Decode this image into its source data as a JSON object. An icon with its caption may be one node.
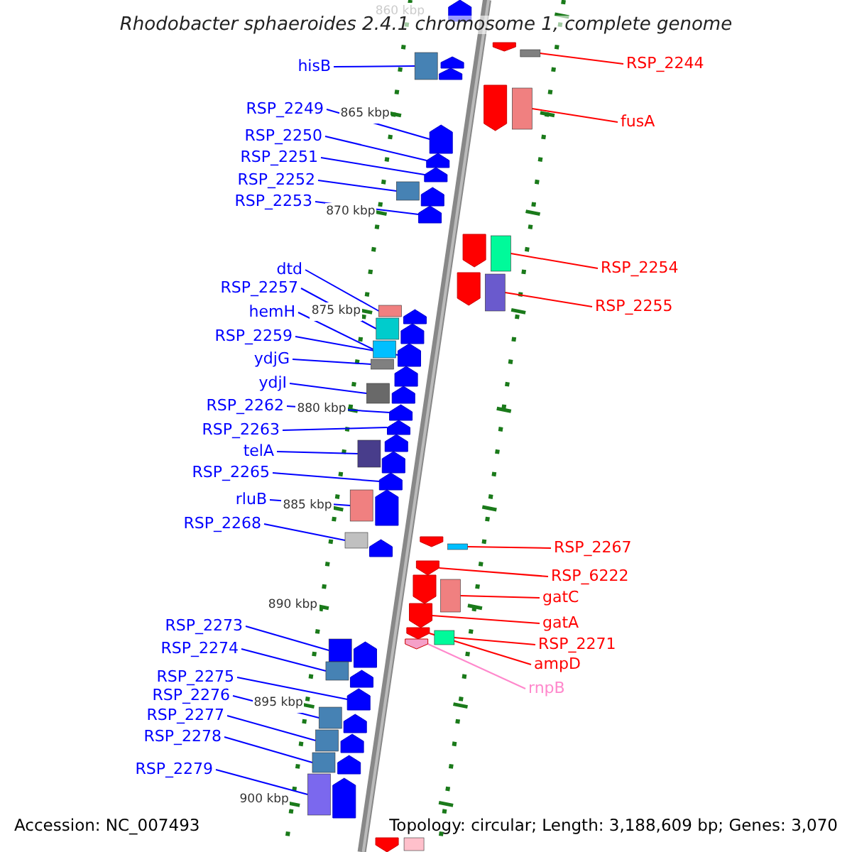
{
  "diagram": {
    "title": "Rhodobacter sphaeroides 2.4.1 chromosome 1, complete genome",
    "nodes": [
      {
        "text": [
          "hisB"
        ]
      },
      {
        "text": [
          "RSP_2249"
        ]
      },
      {
        "text": [
          "RSP_2250"
        ]
      },
      {
        "text": [
          "RSP_2251"
        ]
      },
      {
        "text": [
          "RSP_2252"
        ]
      },
      {
        "text": [
          "RSP_2253"
        ]
      },
      {
        "text": [
          "dtd"
        ]
      },
      {
        "text": [
          "RSP_2257"
        ]
      },
      {
        "text": [
          "hemH"
        ]
      },
      {
        "text": [
          "RSP_2259"
        ]
      },
      {
        "text": [
          "ydjG"
        ]
      },
      {
        "text": [
          "ydjI"
        ]
      },
      {
        "text": [
          "RSP_2262"
        ]
      },
      {
        "text": [
          "RSP_2263"
        ]
      },
      {
        "text": [
          "telA"
        ]
      },
      {
        "text": [
          "RSP_2265"
        ]
      },
      {
        "text": [
          "rluB"
        ]
      },
      {
        "text": [
          "RSP_2268"
        ]
      },
      {
        "text": [
          "RSP_2273"
        ]
      },
      {
        "text": [
          "RSP_2274"
        ]
      },
      {
        "text": [
          "RSP_2275"
        ]
      },
      {
        "text": [
          "RSP_2276"
        ]
      },
      {
        "text": [
          "RSP_2277"
        ]
      },
      {
        "text": [
          "RSP_2278"
        ]
      },
      {
        "text": [
          "RSP_2279"
        ]
      },
      {
        "text": [
          "RSP_2244"
        ]
      },
      {
        "text": [
          "fusA"
        ]
      },
      {
        "text": [
          "RSP_2254"
        ]
      },
      {
        "text": [
          "RSP_2255"
        ]
      },
      {
        "text": [
          "RSP_2267"
        ]
      },
      {
        "text": [
          "RSP_6222"
        ]
      },
      {
        "text": [
          "gatC"
        ]
      },
      {
        "text": [
          "gatA"
        ]
      },
      {
        "text": [
          "RSP_2271"
        ]
      },
      {
        "text": [
          "ampD"
        ]
      },
      {
        "text": [
          "rnpB"
        ]
      },
      {
        "text": [],
        "shape": "bar"
      },
      {
        "text": [],
        "shape": "bar"
      },
      {
        "text": [],
        "shape": "bar"
      },
      {
        "text": [],
        "shape": "bar"
      },
      {
        "text": [],
        "shape": "bar"
      },
      {
        "text": [],
        "shape": "bar"
      },
      {
        "text": [],
        "shape": "bar"
      },
      {
        "text": [],
        "shape": "bar"
      },
      {
        "text": [],
        "shape": "bar"
      },
      {
        "text": [],
        "shape": "bar"
      },
      {
        "text": [],
        "shape": "bar"
      },
      {
        "text": [],
        "shape": "bar"
      },
      {
        "text": [],
        "shape": "bar"
      },
      {
        "text": [],
        "shape": "bar"
      },
      {
        "text": [],
        "shape": "bar"
      },
      {
        "text": [],
        "shape": "bar"
      },
      {
        "text": [],
        "shape": "bar"
      },
      {
        "text": [],
        "shape": "bar"
      },
      {
        "text": [],
        "shape": "bar"
      },
      {
        "text": [],
        "shape": "bar"
      },
      {
        "text": [],
        "shape": "bar"
      },
      {
        "text": [],
        "shape": "bar"
      },
      {
        "text": [],
        "shape": "bar"
      },
      {
        "text": [],
        "shape": "bar"
      },
      {
        "text": [],
        "shape": "bar"
      },
      {
        "text": [],
        "shape": "bar"
      },
      {
        "text": [],
        "shape": "bar"
      },
      {
        "text": [],
        "shape": "bar"
      },
      {
        "text": [],
        "shape": "bar"
      },
      {
        "text": [],
        "shape": "bar"
      },
      {
        "text": [],
        "shape": "bar"
      },
      {
        "text": [],
        "shape": "bar"
      },
      {
        "text": [],
        "shape": "bar"
      },
      {
        "text": [],
        "shape": "bar"
      },
      {
        "text": [],
        "shape": "bar"
      },
      {
        "text": [],
        "shape": "bar"
      },
      {
        "text": [],
        "shape": "bar"
      },
      {
        "text": [],
        "shape": "bar"
      },
      {
        "text": [],
        "shape": "bar"
      },
      {
        "text": [],
        "shape": "bar"
      },
      {
        "text": [],
        "shape": "bar"
      },
      {
        "text": [],
        "shape": "bar"
      },
      {
        "text": [],
        "shape": "bar"
      },
      {
        "text": [],
        "shape": "bar"
      },
      {
        "text": [],
        "shape": "bar"
      },
      {
        "text": [],
        "shape": "bar"
      },
      {
        "text": [],
        "shape": "bar"
      },
      {
        "text": [],
        "shape": "bar"
      },
      {
        "text": [],
        "shape": "bar"
      },
      {
        "text": [],
        "shape": "bar"
      },
      {
        "text": [],
        "shape": "bar"
      },
      {
        "text": [],
        "shape": "bar"
      },
      {
        "text": [],
        "shape": "bar"
      },
      {
        "text": [],
        "shape": "bar"
      },
      {
        "text": [],
        "shape": "bar"
      },
      {
        "text": [],
        "shape": "bar"
      },
      {
        "text": [],
        "shape": "bar"
      },
      {
        "text": [],
        "shape": "bar"
      },
      {
        "text": [],
        "shape": "bar"
      },
      {
        "text": [],
        "shape": "bar"
      },
      {
        "text": [],
        "shape": "bar"
      },
      {
        "text": [],
        "shape": "bar"
      }
    ],
    "edges": [
      {
        "from": 0,
        "to": 36,
        "arrow": "none"
      },
      {
        "from": 1,
        "to": 37,
        "arrow": "none"
      },
      {
        "from": 2,
        "to": 38,
        "arrow": "none"
      },
      {
        "from": 3,
        "to": 39,
        "arrow": "none"
      },
      {
        "from": 4,
        "to": 40,
        "arrow": "none"
      },
      {
        "from": 5,
        "to": 41,
        "arrow": "none"
      },
      {
        "from": 6,
        "to": 42,
        "arrow": "none"
      },
      {
        "from": 7,
        "to": 43,
        "arrow": "none"
      },
      {
        "from": 8,
        "to": 44,
        "arrow": "none"
      },
      {
        "from": 9,
        "to": 45,
        "arrow": "none"
      },
      {
        "from": 10,
        "to": 46,
        "arrow": "none"
      },
      {
        "from": 11,
        "to": 47,
        "arrow": "none"
      },
      {
        "from": 12,
        "to": 48,
        "arrow": "none"
      },
      {
        "from": 13,
        "to": 49,
        "arrow": "none"
      },
      {
        "from": 14,
        "to": 50,
        "arrow": "none"
      },
      {
        "from": 15,
        "to": 51,
        "arrow": "none"
      },
      {
        "from": 16,
        "to": 52,
        "arrow": "none"
      },
      {
        "from": 17,
        "to": 53,
        "arrow": "none"
      },
      {
        "from": 18,
        "to": 54,
        "arrow": "none"
      },
      {
        "from": 19,
        "to": 55,
        "arrow": "none"
      },
      {
        "from": 20,
        "to": 56,
        "arrow": "none"
      },
      {
        "from": 21,
        "to": 57,
        "arrow": "none"
      },
      {
        "from": 22,
        "to": 58,
        "arrow": "none"
      },
      {
        "from": 23,
        "to": 59,
        "arrow": "none"
      },
      {
        "from": 24,
        "to": 60,
        "arrow": "none"
      },
      {
        "from": 25,
        "to": 61,
        "arrow": "none",
        "color": "#ff0000"
      },
      {
        "from": 26,
        "to": 62,
        "arrow": "none",
        "color": "#ff0000"
      },
      {
        "from": 27,
        "to": 63,
        "arrow": "none",
        "color": "#ff0000"
      },
      {
        "from": 28,
        "to": 64,
        "arrow": "none",
        "color": "#ff0000"
      },
      {
        "from": 29,
        "to": 65,
        "arrow": "none",
        "color": "#ff0000"
      },
      {
        "from": 30,
        "to": 66,
        "arrow": "none",
        "color": "#ff0000"
      },
      {
        "from": 31,
        "to": 67,
        "arrow": "none",
        "color": "#ff0000"
      },
      {
        "from": 32,
        "to": 68,
        "arrow": "none",
        "color": "#ff0000"
      },
      {
        "from": 33,
        "to": 69,
        "arrow": "none",
        "color": "#ff0000"
      },
      {
        "from": 34,
        "to": 70,
        "arrow": "none",
        "color": "#ff0000"
      },
      {
        "from": 35,
        "to": 71,
        "arrow": "none",
        "color": "#ff88cc"
      }
    ],
    "labels": [
      "860 kbp",
      "865 kbp",
      "870 kbp",
      "875 kbp",
      "880 kbp",
      "885 kbp",
      "890 kbp",
      "895 kbp",
      "900 kbp",
      "Accession: NC_007493",
      "Topology: circular; Length: 3,188,609 bp; Genes: 3,070"
    ]
  }
}
